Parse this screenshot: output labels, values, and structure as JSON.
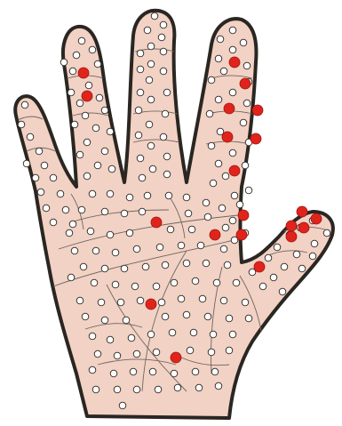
{
  "diagram": {
    "subject": "hand",
    "colors": {
      "background": "#ffffff",
      "skin": "#f2d2c4",
      "outline": "#2a2622",
      "crease": "#6f6660",
      "point_open": "#ffffff",
      "point_marked": "#e0241c"
    },
    "point_types": [
      "open-point",
      "marked-point"
    ]
  }
}
